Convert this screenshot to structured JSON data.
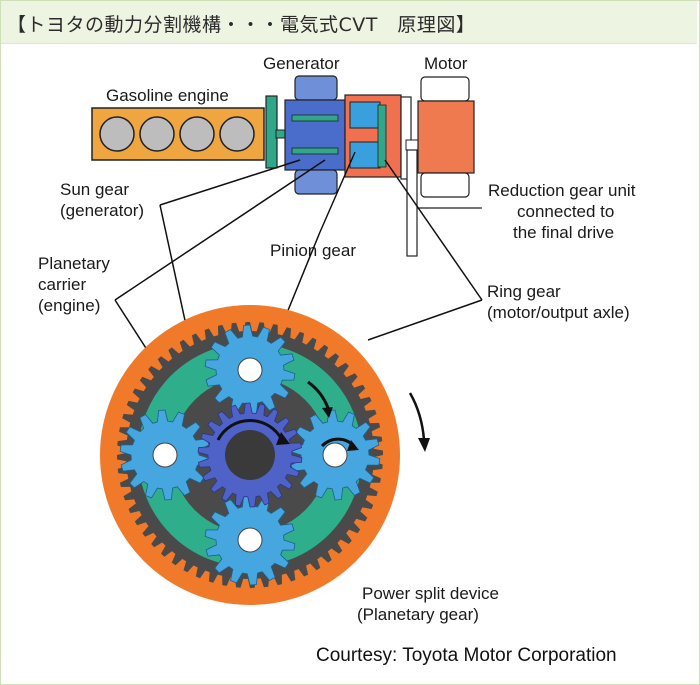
{
  "header": {
    "title": "【トヨタの動力分割機構・・・電気式CVT　原理図】"
  },
  "labels": {
    "generator": "Generator",
    "motor": "Motor",
    "gasoline_engine": "Gasoline engine",
    "sun_gear_line1": "Sun gear",
    "sun_gear_line2": "(generator)",
    "reduction_line1": "Reduction gear unit",
    "reduction_line2": "connected to",
    "reduction_line3": "the final drive",
    "pinion_gear": "Pinion gear",
    "carrier_line1": "Planetary",
    "carrier_line2": "carrier",
    "carrier_line3": "(engine)",
    "ring_line1": "Ring gear",
    "ring_line2": "(motor/output axle)",
    "psd_line1": "Power split device",
    "psd_line2": "(Planetary gear)",
    "courtesy": "Courtesy: Toyota Motor Corporation"
  },
  "colors": {
    "engine": "#f0a640",
    "generator": "#5577cc",
    "motor": "#f07050",
    "ring_outer": "#f07a2a",
    "ring_inner": "#4a4a4a",
    "carrier": "#2fae8c",
    "pinion": "#45a6e0",
    "sun": "#4f62c8",
    "shaft": "#2fa88a"
  }
}
